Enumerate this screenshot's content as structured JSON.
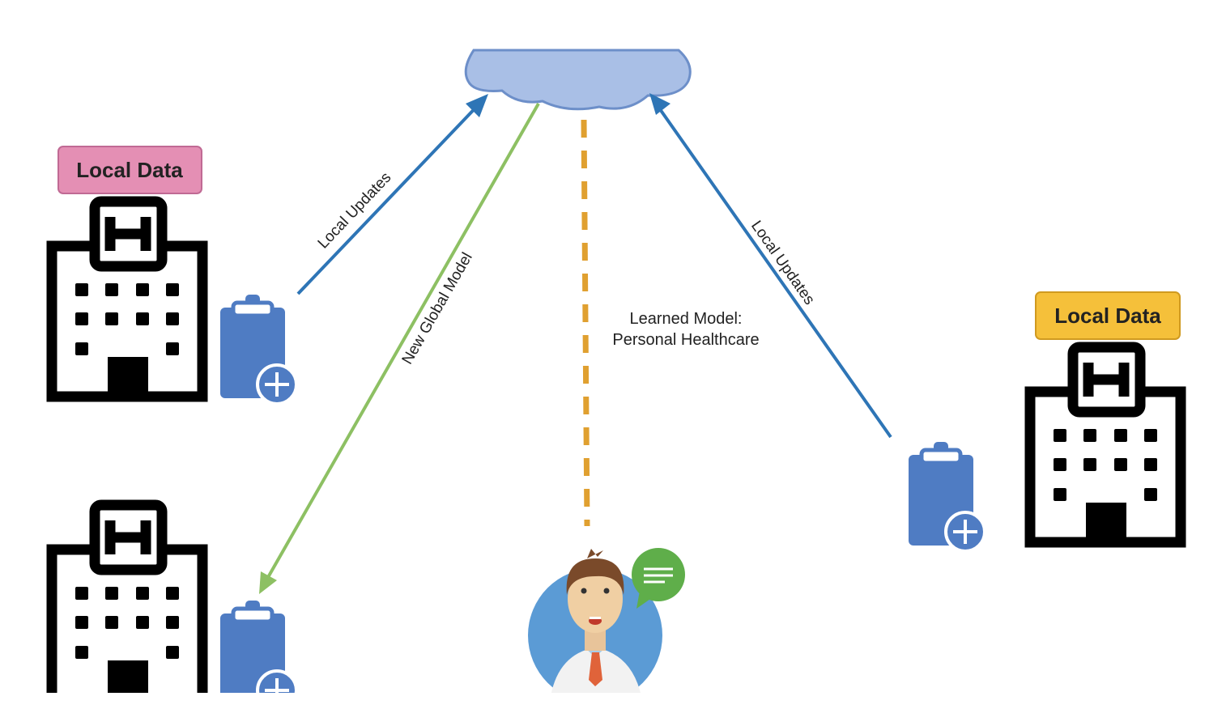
{
  "diagram": {
    "title": "Federated learning for personal healthcare",
    "hospital_left_top": {
      "tag": "Local Data",
      "tag_color": "#e48fb4"
    },
    "hospital_right": {
      "tag": "Local Data",
      "tag_color": "#f5c03a"
    },
    "arrow_left_label": "Local Updates",
    "arrow_right_label": "Local Updates",
    "arrow_global_label": "New Global Model",
    "learned_model_line1": "Learned Model:",
    "learned_model_line2": "Personal Healthcare",
    "colors": {
      "update_arrow": "#2e75b6",
      "global_arrow": "#8dc063",
      "dashed_line": "#e0a030",
      "cloud": "#a9bfe6",
      "clipboard": "#4f7cc3"
    }
  }
}
